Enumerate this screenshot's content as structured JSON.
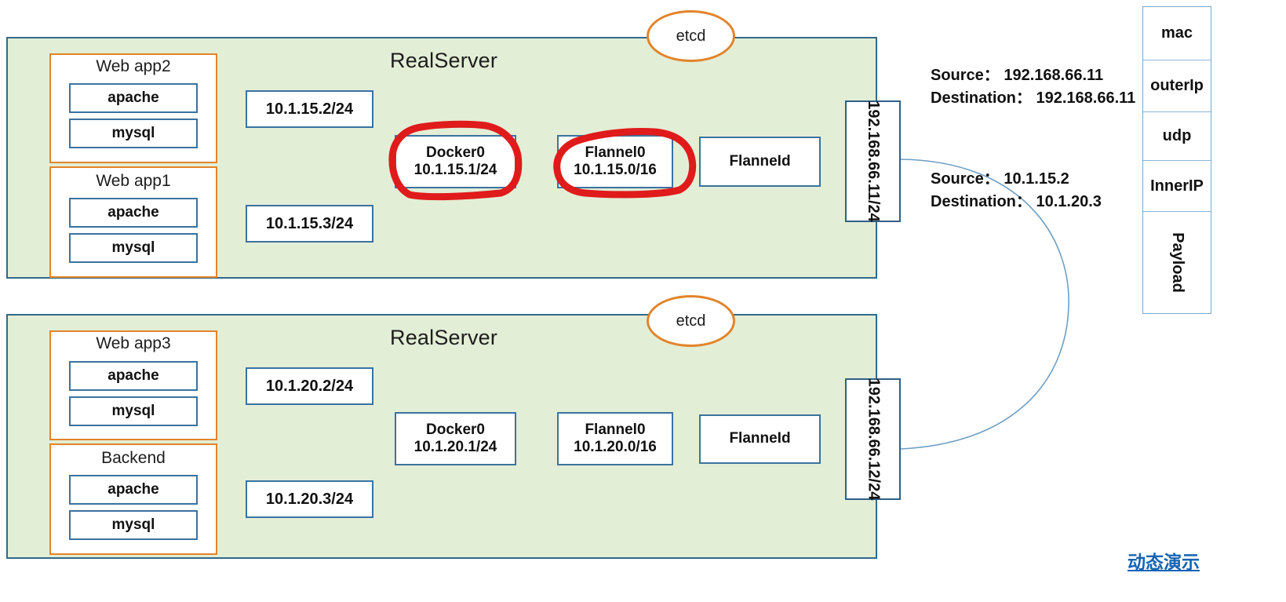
{
  "servers": [
    {
      "title": "RealServer",
      "etcd_label": "etcd",
      "host_ip": "192.168.66.11/24",
      "apps": [
        {
          "name": "Web app2",
          "services": [
            "apache",
            "mysql"
          ],
          "ip": "10.1.15.2/24"
        },
        {
          "name": "Web app1",
          "services": [
            "apache",
            "mysql"
          ],
          "ip": "10.1.15.3/24"
        }
      ],
      "nodes": [
        {
          "line1": "Docker0",
          "line2": "10.1.15.1/24"
        },
        {
          "line1": "Flannel0",
          "line2": "10.1.15.0/16"
        },
        {
          "line1": "FlanneId",
          "line2": ""
        }
      ]
    },
    {
      "title": "RealServer",
      "etcd_label": "etcd",
      "host_ip": "192.168.66.12/24",
      "apps": [
        {
          "name": "Web app3",
          "services": [
            "apache",
            "mysql"
          ],
          "ip": "10.1.20.2/24"
        },
        {
          "name": "Backend",
          "services": [
            "apache",
            "mysql"
          ],
          "ip": "10.1.20.3/24"
        }
      ],
      "nodes": [
        {
          "line1": "Docker0",
          "line2": "10.1.20.1/24"
        },
        {
          "line1": "Flannel0",
          "line2": "10.1.20.0/16"
        },
        {
          "line1": "FlanneId",
          "line2": ""
        }
      ]
    }
  ],
  "annotations": [
    {
      "source_label": "Source：",
      "source_value": "192.168.66.11",
      "dest_label": "Destination：",
      "dest_value": "192.168.66.11"
    },
    {
      "source_label": "Source：",
      "source_value": "10.1.15.2",
      "dest_label": "Destination：",
      "dest_value": "10.1.20.3"
    }
  ],
  "packet_stack": {
    "layers": [
      "mac",
      "outerIp",
      "udp",
      "InnerIP",
      "Payload"
    ]
  },
  "demo_link": "动态演示",
  "colors": {
    "panel_fill": "#e3eed6",
    "panel_border": "#31698a",
    "app_border": "#e2842b",
    "box_border": "#3b72a0",
    "wire": "#6f9fc4",
    "ink_red": "#e01b1b",
    "link_blue": "#1464b4"
  }
}
